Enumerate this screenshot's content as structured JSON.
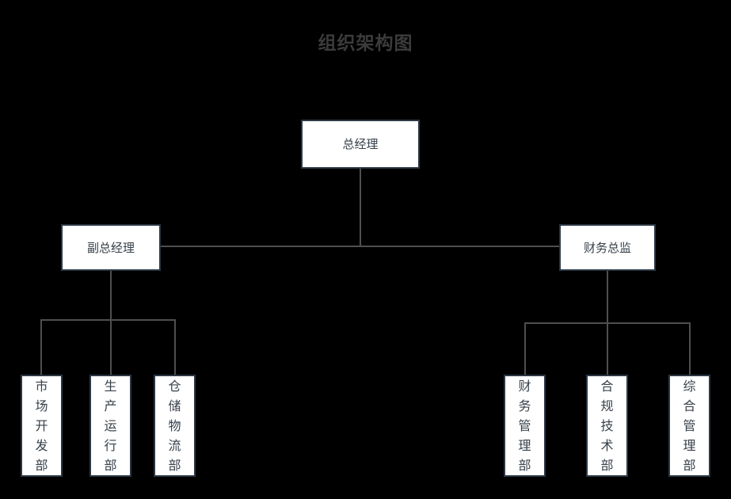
{
  "chart": {
    "title": "组织架构图",
    "type": "org-chart",
    "background_color": "#000000",
    "title_color": "#3b3b3b",
    "node_fill": "#ffffff",
    "node_border_color": "#2b3845",
    "node_text_color": "#37404a",
    "connector_color": "#4f4f4f"
  },
  "nodes": {
    "root": {
      "label": "总经理",
      "level": 0
    },
    "level1": [
      {
        "id": "deputy-gm",
        "label": "副总经理",
        "level": 1
      },
      {
        "id": "finance-director",
        "label": "财务总监",
        "level": 1
      }
    ],
    "level2_left": [
      {
        "id": "market-development",
        "label": "市\n场\n开\n发\n部",
        "text_flat": "市场开发部",
        "level": 2
      },
      {
        "id": "production-operations",
        "label": "生\n产\n运\n行\n部",
        "text_flat": "生产运行部",
        "level": 2
      },
      {
        "id": "warehouse-logistics",
        "label": "仓\n储\n物\n流\n部",
        "text_flat": "仓储物流部",
        "level": 2
      }
    ],
    "level2_right": [
      {
        "id": "financial-management",
        "label": "财\n务\n管\n理\n部",
        "text_flat": "财务管理部",
        "level": 2
      },
      {
        "id": "compliance-technology",
        "label": "合\n规\n技\n术\n部",
        "text_flat": "合规技术部",
        "level": 2
      },
      {
        "id": "general-management",
        "label": "综\n合\n管\n理\n部",
        "text_flat": "综合管理部",
        "level": 2
      }
    ]
  },
  "hierarchy": {
    "总经理": [
      "副总经理",
      "财务总监"
    ],
    "副总经理": [
      "市场开发部",
      "生产运行部",
      "仓储物流部"
    ],
    "财务总监": [
      "财务管理部",
      "合规技术部",
      "综合管理部"
    ]
  }
}
